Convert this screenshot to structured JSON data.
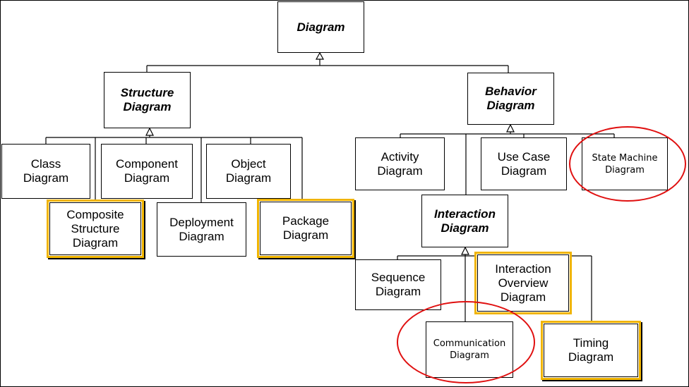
{
  "nodes": {
    "diagram": "Diagram",
    "structure_diagram": "Structure\nDiagram",
    "behavior_diagram": "Behavior\nDiagram",
    "class_diagram": "Class\nDiagram",
    "component_diagram": "Component\nDiagram",
    "object_diagram": "Object\nDiagram",
    "composite_structure_diagram": "Composite\nStructure\nDiagram",
    "deployment_diagram": "Deployment\nDiagram",
    "package_diagram": "Package\nDiagram",
    "activity_diagram": "Activity\nDiagram",
    "use_case_diagram": "Use Case\nDiagram",
    "state_machine_diagram": "State Machine\nDiagram",
    "interaction_diagram": "Interaction\nDiagram",
    "sequence_diagram": "Sequence\nDiagram",
    "interaction_overview_diagram": "Interaction\nOverview\nDiagram",
    "communication_diagram": "Communication\nDiagram",
    "timing_diagram": "Timing\nDiagram"
  },
  "colors": {
    "highlight_box": "#f0b400",
    "highlight_ellipse": "#e01010",
    "line": "#000000"
  }
}
